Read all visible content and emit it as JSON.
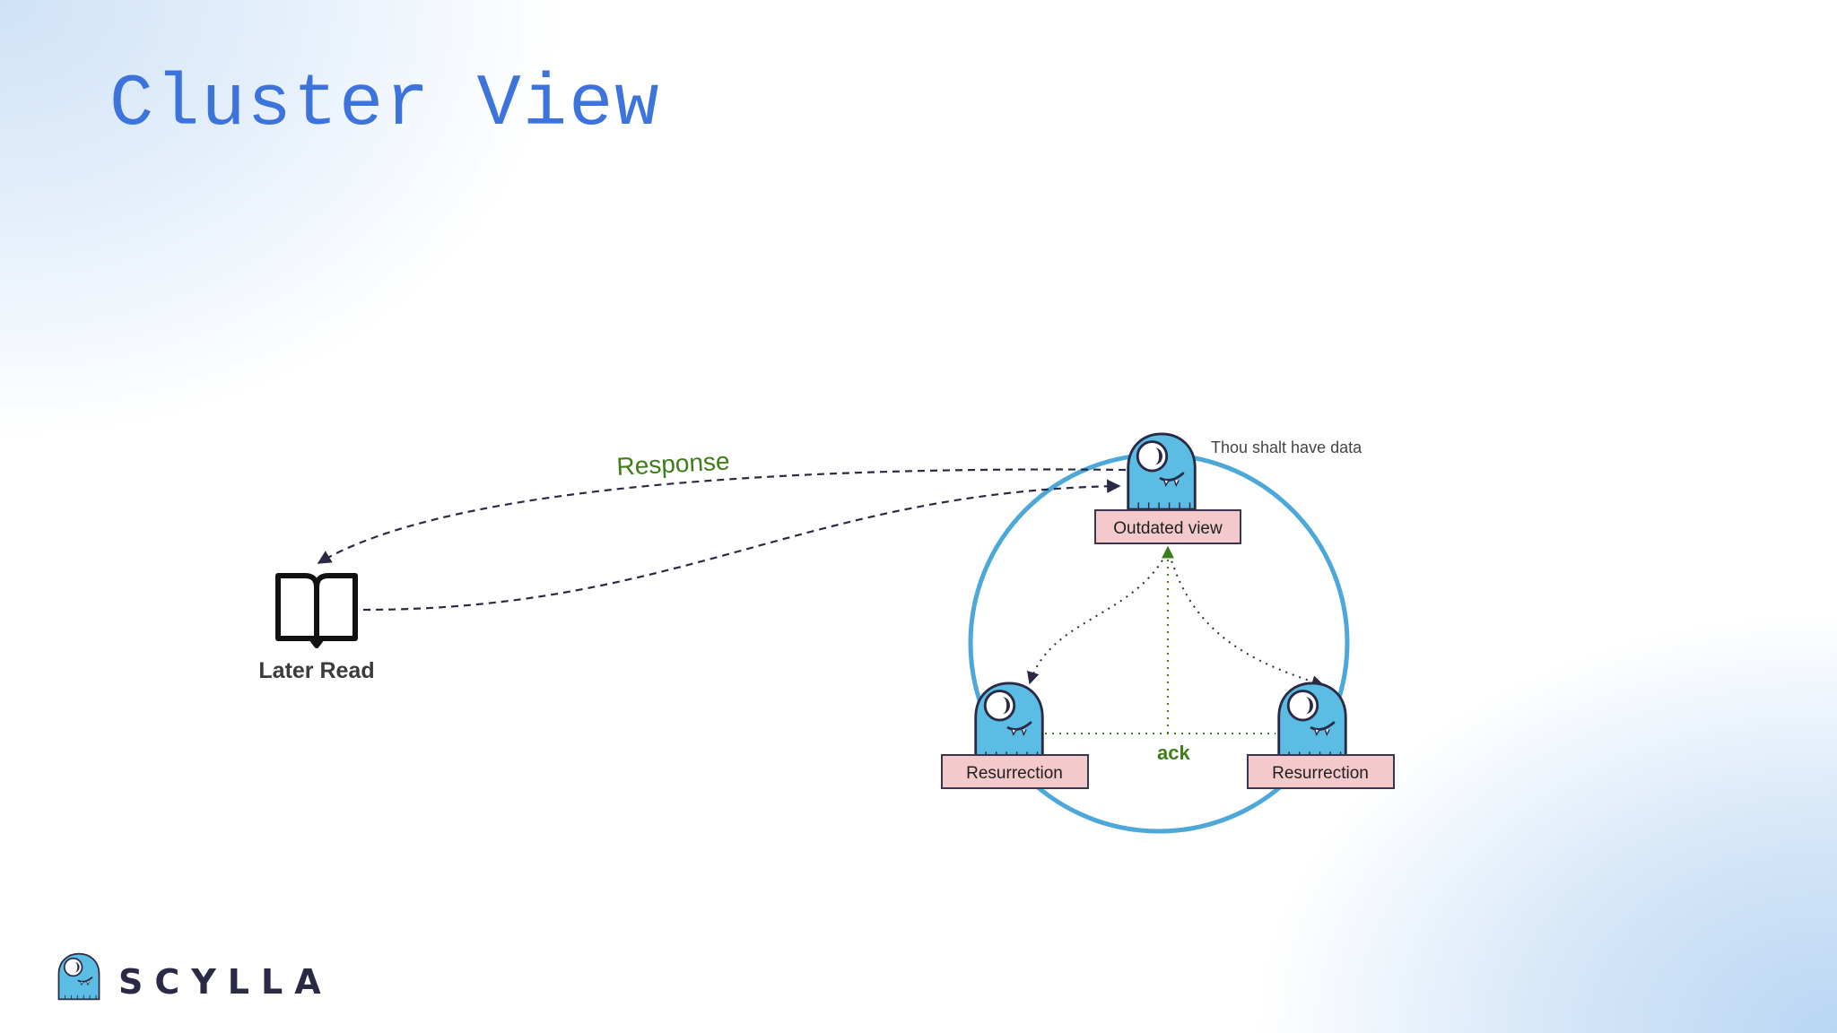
{
  "slide": {
    "title": "Cluster View"
  },
  "diagram": {
    "client": {
      "label": "Later Read",
      "icon": "open-book-icon"
    },
    "response_label": "Response",
    "ack_label": "ack",
    "note": "Thou shalt have data",
    "nodes": [
      {
        "label": "Outdated view",
        "icon": "scylla-monster-icon"
      },
      {
        "label": "Resurrection",
        "icon": "scylla-monster-icon"
      },
      {
        "label": "Resurrection",
        "icon": "scylla-monster-icon"
      }
    ],
    "colors": {
      "ring": "#4ba8d8",
      "label_fill": "#f3c9cc",
      "green": "#3f7d1a",
      "monster": "#5bbde3"
    }
  },
  "footer": {
    "brand": "SCYLLA",
    "icon": "scylla-logo-icon"
  }
}
